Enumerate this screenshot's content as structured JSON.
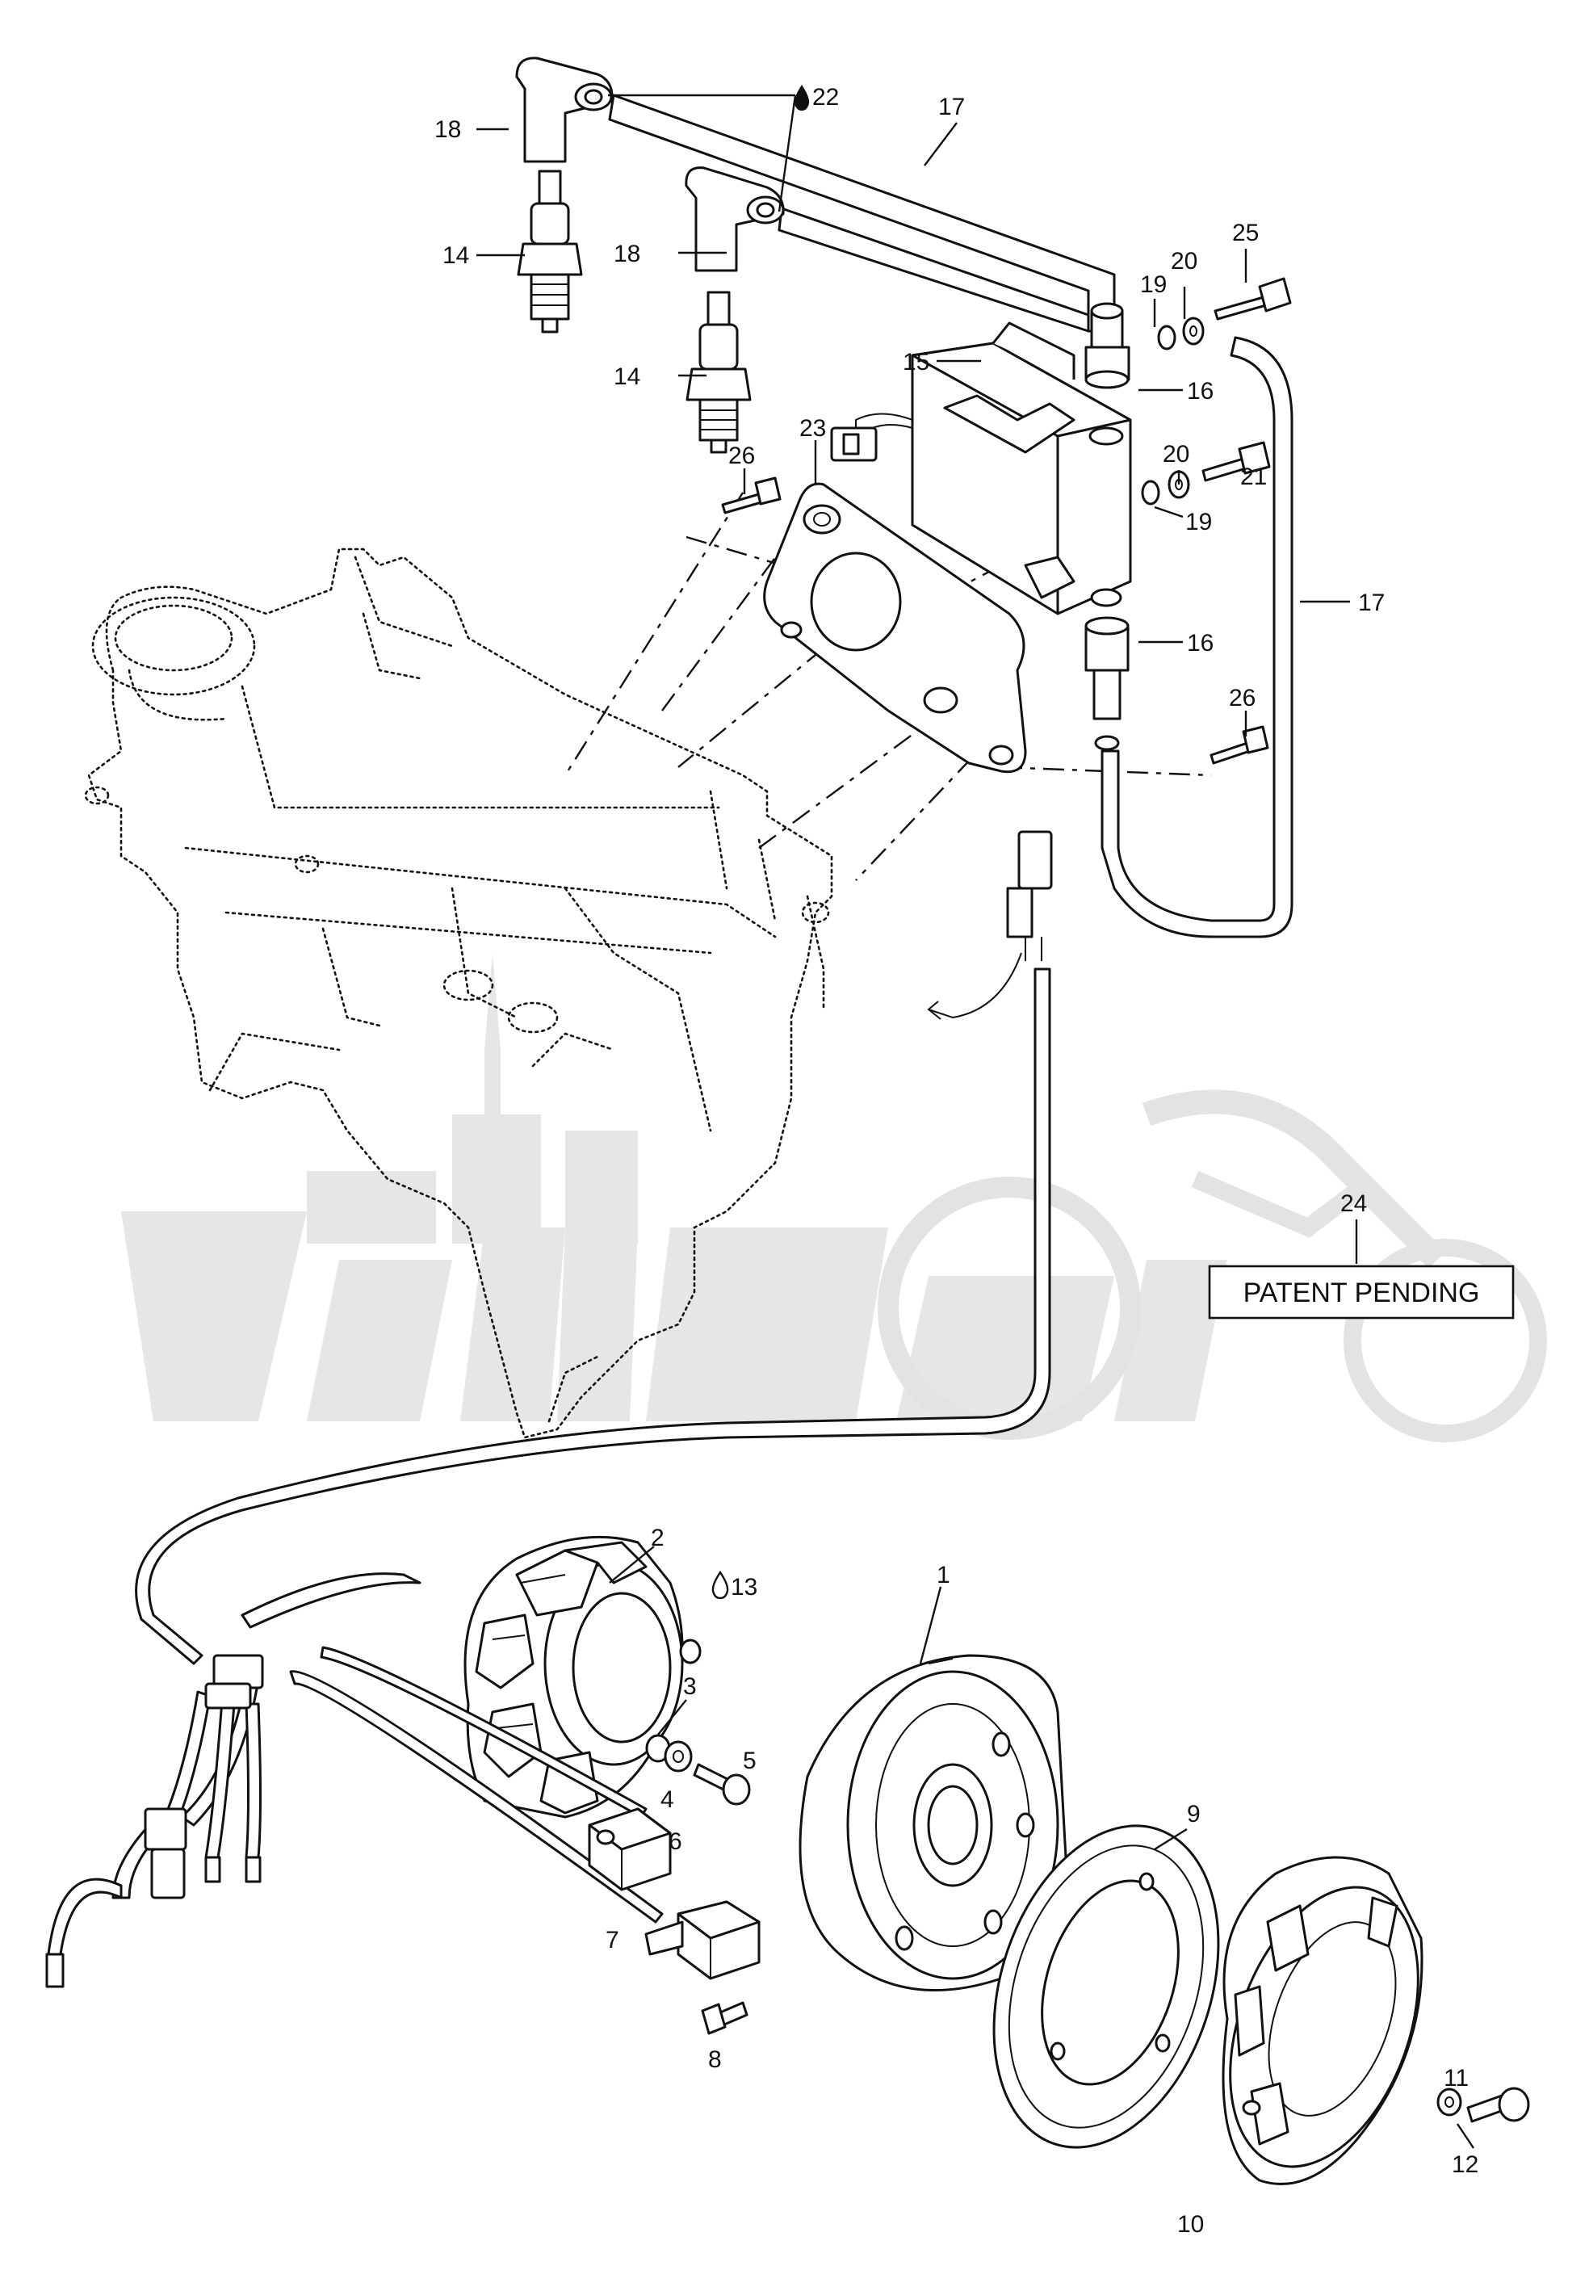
{
  "callouts": {
    "n1": "1",
    "n2": "2",
    "n3": "3",
    "n4": "4",
    "n5": "5",
    "n6": "6",
    "n7": "7",
    "n8": "8",
    "n9": "9",
    "n10": "10",
    "n11": "11",
    "n12": "12",
    "n13": "13",
    "n14a": "14",
    "n14b": "14",
    "n15": "15",
    "n16a": "16",
    "n16b": "16",
    "n17a": "17",
    "n17b": "17",
    "n18a": "18",
    "n18b": "18",
    "n19a": "19",
    "n19b": "19",
    "n20a": "20",
    "n20b": "20",
    "n21": "21",
    "n22": "22",
    "n23": "23",
    "n24": "24",
    "n25": "25",
    "n26a": "26",
    "n26b": "26"
  },
  "patent": {
    "text": "PATENT PENDING"
  },
  "icons": {
    "lubricant_drop": "drop-icon",
    "watermark": "atv-logo-watermark"
  },
  "colors": {
    "line": "#111111",
    "watermark": "#e6e6e6",
    "background": "#ffffff"
  }
}
